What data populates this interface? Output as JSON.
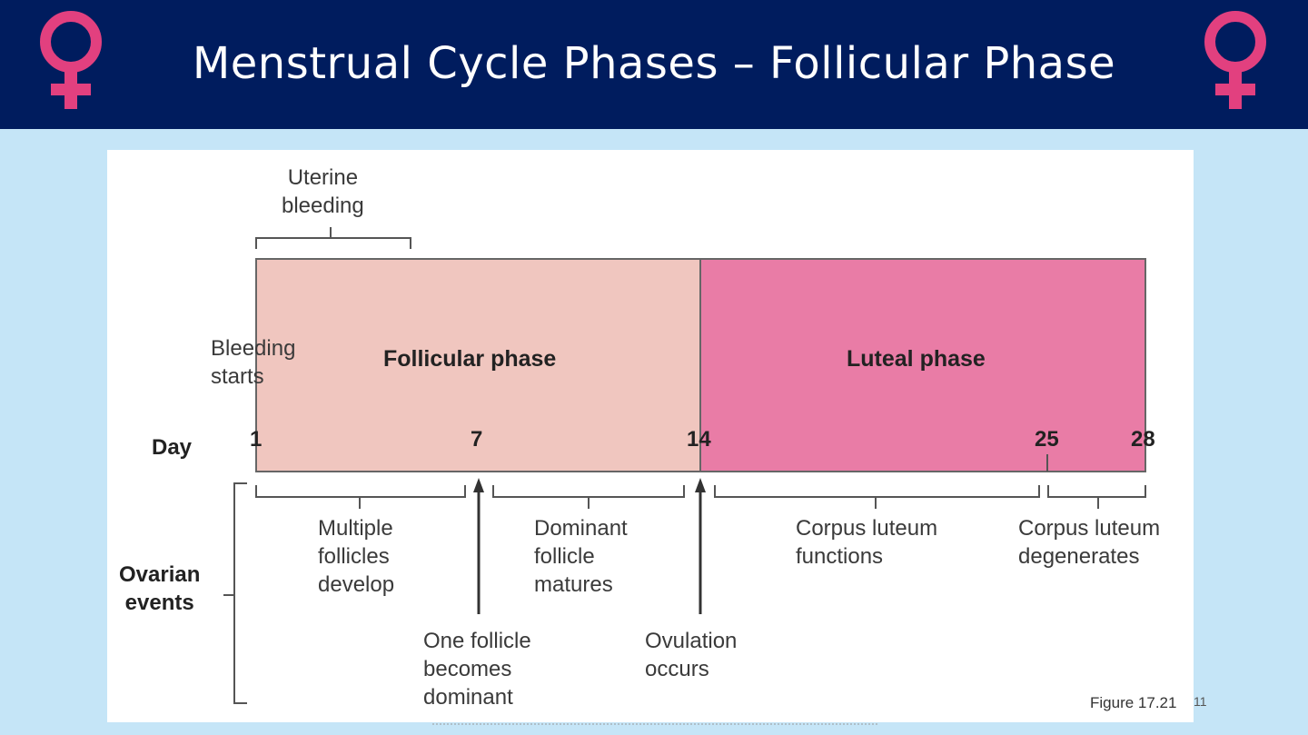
{
  "slide": {
    "title": "Menstrual Cycle Phases – Follicular Phase",
    "slide_number": "11",
    "icon": "venus-icon",
    "colors": {
      "header_bg": "#001c5e",
      "slide_bg": "#c5e5f7",
      "venus": "#e2407f"
    }
  },
  "diagram": {
    "figure_ref": "Figure 17.21",
    "uterine_bleeding": "Uterine\nbleeding",
    "bleeding_starts": "Bleeding\nstarts",
    "day_label": "Day",
    "phases": [
      {
        "label": "Follicular phase",
        "color": "#f0c6bf"
      },
      {
        "label": "Luteal phase",
        "color": "#e97ca6"
      }
    ],
    "days": [
      "1",
      "7",
      "14",
      "25",
      "28"
    ],
    "ovarian_label": "Ovarian\nevents",
    "events": {
      "multiple_follicles": "Multiple\nfollicles\ndevelop",
      "dominant_matures": "Dominant\nfollicle\nmatures",
      "corpus_functions": "Corpus luteum\nfunctions",
      "corpus_degenerates": "Corpus luteum\ndegenerates",
      "one_follicle": "One follicle\nbecomes\ndominant",
      "ovulation": "Ovulation\noccurs"
    }
  }
}
